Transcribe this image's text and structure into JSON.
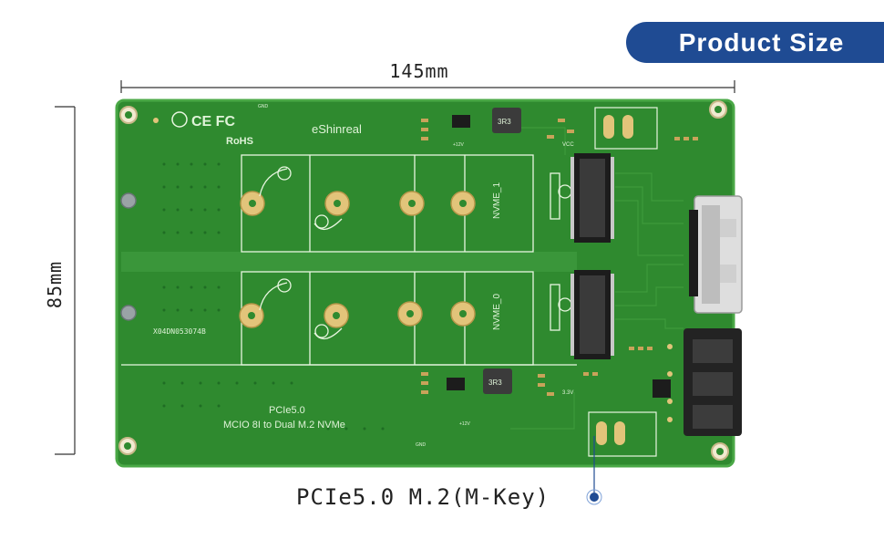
{
  "header": {
    "badge_label": "Product Size"
  },
  "dimensions": {
    "width_label": "145mm",
    "height_label": "85mm"
  },
  "callout": {
    "label": "PCIe5.0 M.2(M-Key)"
  },
  "board": {
    "brand": "eShinreal",
    "title_line1": "PCIe5.0",
    "title_line2": "MCIO 8I to Dual M.2 NVMe",
    "slot1_label": "NVME_1",
    "slot0_label": "NVME_0",
    "serial": "X04DN053074B",
    "cert_marks": "CE FC",
    "rohs": "RoHS",
    "ic_label": "3R3",
    "gnd": "GND",
    "vcc": "VCC",
    "v33": "3.3V",
    "v12": "+12V"
  },
  "colors": {
    "badge": "#1f4b93",
    "pcb": "#2f8a2f",
    "pcb_edge": "#3fa03c",
    "gold": "#d9b96a",
    "callout_dot": "#1f4b93"
  }
}
